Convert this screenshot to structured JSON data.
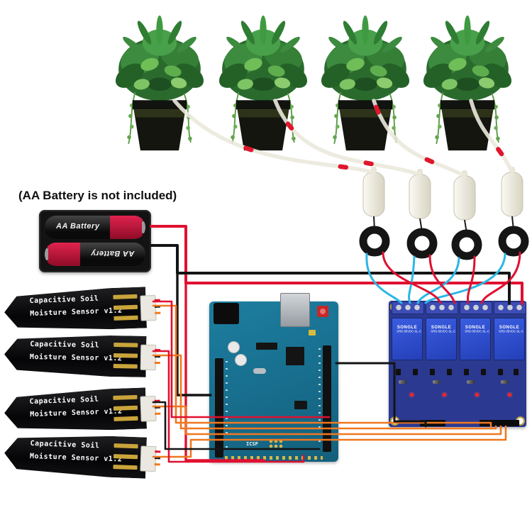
{
  "note": "(AA Battery is not included)",
  "battery": {
    "label_top": "AA Battery",
    "label_bottom": "AA Battery"
  },
  "sensors": [
    {
      "line1": "Capacitive Soil",
      "line2": "Moisture Sensor v1.2"
    },
    {
      "line1": "Capacitive Soil",
      "line2": "Moisture Sensor v1.2"
    },
    {
      "line1": "Capacitive Soil",
      "line2": "Moisture Sensor v1.2"
    },
    {
      "line1": "Capacitive Soil",
      "line2": "Moisture Sensor v1.2"
    }
  ],
  "arduino": {
    "icsp": "ICSP"
  },
  "relay": {
    "brand": "SONGLE",
    "model": "SRD-05VDC-SL-C"
  },
  "colors": {
    "wire_red": "#e01030",
    "wire_black": "#141414",
    "wire_orange": "#f07820",
    "wire_cyan": "#2bb7e5",
    "tube": "#eceade",
    "arduino_pcb": "#1a7392",
    "relay_pcb": "#2b3990",
    "relay_cube": "#2e4fd2",
    "battery_red": "#c81236"
  }
}
